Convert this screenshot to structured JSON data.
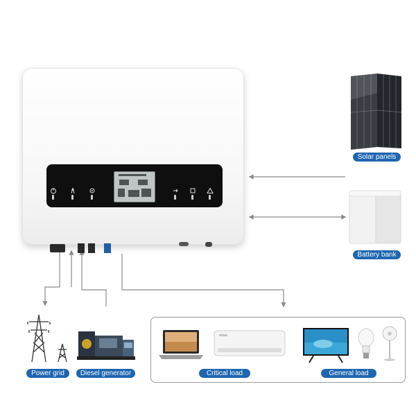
{
  "labels": {
    "solar_panels": "Solar panels",
    "battery_bank": "Battery bank",
    "power_grid": "Power grid",
    "diesel_generator": "Diesel generator",
    "critical_load": "Critical load",
    "general_load": "General load"
  },
  "colors": {
    "label_background": "#1e66b0",
    "arrow": "#8a8a8a",
    "inverter_body": "#ffffff",
    "control_panel": "#0f0f10"
  },
  "icons": {
    "solar": "solar-panel-icon",
    "battery": "battery-icon",
    "grid": "power-tower-icon",
    "generator": "diesel-generator-icon",
    "laptop": "laptop-icon",
    "air_conditioner": "air-conditioner-icon",
    "tv": "television-icon",
    "bulb": "light-bulb-icon",
    "fan": "fan-icon"
  }
}
